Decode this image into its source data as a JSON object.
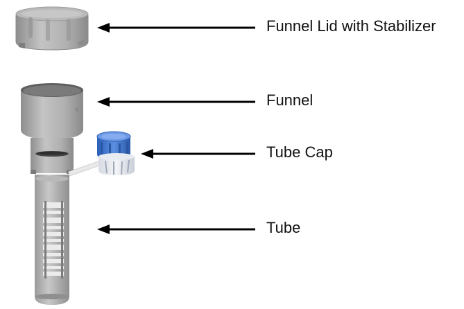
{
  "callouts": {
    "lid": "Funnel Lid with Stabilizer",
    "funnel": "Funnel",
    "cap": "Tube Cap",
    "tube": "Tube"
  },
  "colors": {
    "background": "#ffffff",
    "arrow": "#000000",
    "body_gray": "#a9a9a9",
    "cap_blue": "#3f74c9",
    "text": "#111111"
  },
  "icons": {
    "lid": "funnel-lid-illustration",
    "funnel": "funnel-illustration",
    "cap": "tube-cap-illustration",
    "tube": "tube-illustration"
  }
}
